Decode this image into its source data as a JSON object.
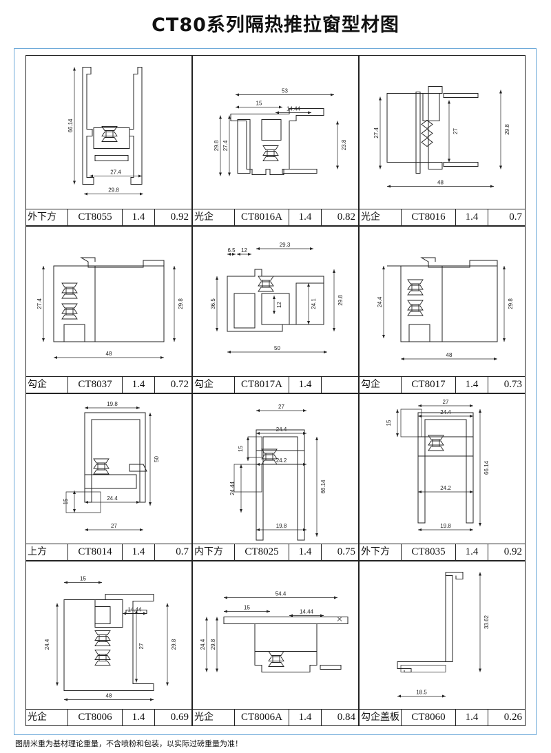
{
  "title": "CT80系列隔热推拉窗型材图",
  "footnote": "图册米重为基材理论重量，不含喷粉和包装，以实际过磅重量为准！",
  "cells": [
    {
      "name": "外下方",
      "code": "CT8055",
      "thickness": "1.4",
      "weight": "0.92",
      "dims": [
        "66.14",
        "27.4",
        "29.8"
      ]
    },
    {
      "name": "光企",
      "code": "CT8016A",
      "thickness": "1.4",
      "weight": "0.82",
      "dims": [
        "53",
        "15",
        "14.44",
        "29.8",
        "27.4",
        "23.8"
      ]
    },
    {
      "name": "光企",
      "code": "CT8016",
      "thickness": "1.4",
      "weight": "0.7",
      "dims": [
        "27.4",
        "27",
        "29.8",
        "48"
      ]
    },
    {
      "name": "勾企",
      "code": "CT8037",
      "thickness": "1.4",
      "weight": "0.72",
      "dims": [
        "27.4",
        "29.8",
        "48"
      ]
    },
    {
      "name": "勾企",
      "code": "CT8017A",
      "thickness": "1.4",
      "weight": "",
      "dims": [
        "6.5",
        "12",
        "29.3",
        "36.5",
        "12",
        "24.1",
        "29.8",
        "50"
      ]
    },
    {
      "name": "勾企",
      "code": "CT8017",
      "thickness": "1.4",
      "weight": "0.73",
      "dims": [
        "24.4",
        "29.8",
        "48"
      ]
    },
    {
      "name": "上方",
      "code": "CT8014",
      "thickness": "1.4",
      "weight": "0.7",
      "dims": [
        "19.8",
        "50",
        "15",
        "24.4",
        "27"
      ]
    },
    {
      "name": "内下方",
      "code": "CT8025",
      "thickness": "1.4",
      "weight": "0.75",
      "dims": [
        "27",
        "15",
        "24.4",
        "24.2",
        "24.44",
        "66.14",
        "19.8"
      ]
    },
    {
      "name": "外下方",
      "code": "CT8035",
      "thickness": "1.4",
      "weight": "0.92",
      "dims": [
        "27",
        "15",
        "24.4",
        "66.14",
        "24.2",
        "19.8"
      ]
    },
    {
      "name": "光企",
      "code": "CT8006",
      "thickness": "1.4",
      "weight": "0.69",
      "dims": [
        "15",
        "14.44",
        "24.4",
        "27",
        "29.8",
        "48"
      ]
    },
    {
      "name": "光企",
      "code": "CT8006A",
      "thickness": "1.4",
      "weight": "0.84",
      "dims": [
        "54.4",
        "15",
        "14.44",
        "24.4",
        "29.8"
      ]
    },
    {
      "name": "勾企盖板",
      "code": "CT8060",
      "thickness": "1.4",
      "weight": "0.26",
      "dims": [
        "33.62",
        "18.5"
      ]
    }
  ]
}
